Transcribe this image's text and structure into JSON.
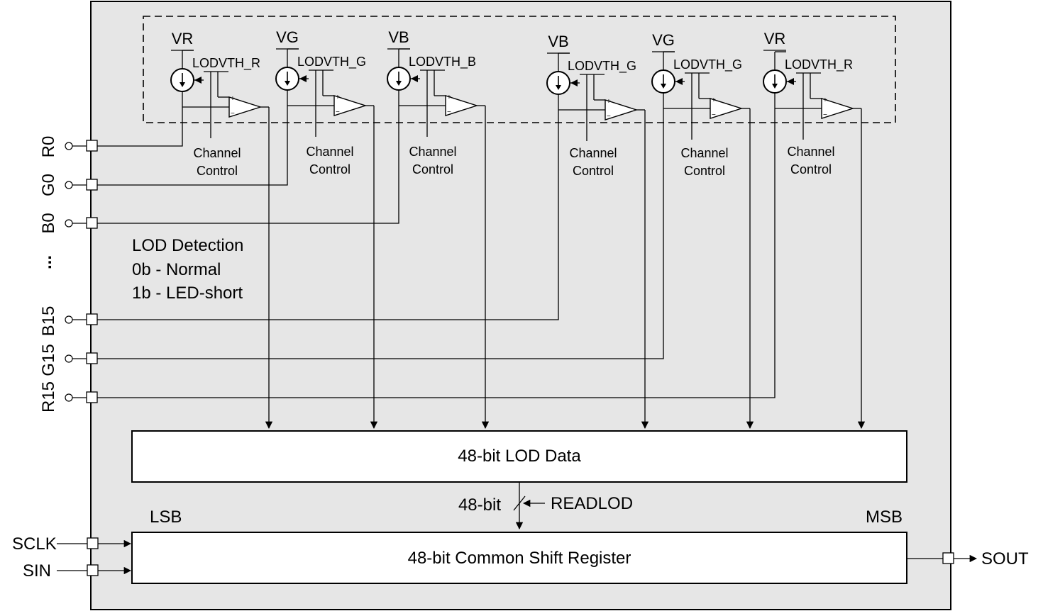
{
  "channels": [
    {
      "supply": "VR",
      "threshold": "LODVTH_R",
      "control": [
        "Channel",
        "Control"
      ]
    },
    {
      "supply": "VG",
      "threshold": "LODVTH_G",
      "control": [
        "Channel",
        "Control"
      ]
    },
    {
      "supply": "VB",
      "threshold": "LODVTH_B",
      "control": [
        "Channel",
        "Control"
      ]
    },
    {
      "supply": "VB",
      "threshold": "LODVTH_G",
      "control": [
        "Channel",
        "Control"
      ]
    },
    {
      "supply": "VG",
      "threshold": "LODVTH_G",
      "control": [
        "Channel",
        "Control"
      ]
    },
    {
      "supply": "VR",
      "threshold": "LODVTH_R",
      "control": [
        "Channel",
        "Control"
      ]
    }
  ],
  "pins": {
    "R0": "R0",
    "G0": "G0",
    "B0": "B0",
    "ellipsis": "...",
    "B15": "B15",
    "G15": "G15",
    "R15": "R15",
    "SCLK": "SCLK",
    "SIN": "SIN",
    "SOUT": "SOUT"
  },
  "lod_detection": {
    "title": "LOD Detection",
    "normal": "0b - Normal",
    "short": "1b - LED-short"
  },
  "lod_data_label": "48-bit LOD Data",
  "bus_label": "48-bit",
  "readlod_label": "READLOD",
  "lsb_label": "LSB",
  "msb_label": "MSB",
  "shift_register_label": "48-bit Common Shift Register"
}
